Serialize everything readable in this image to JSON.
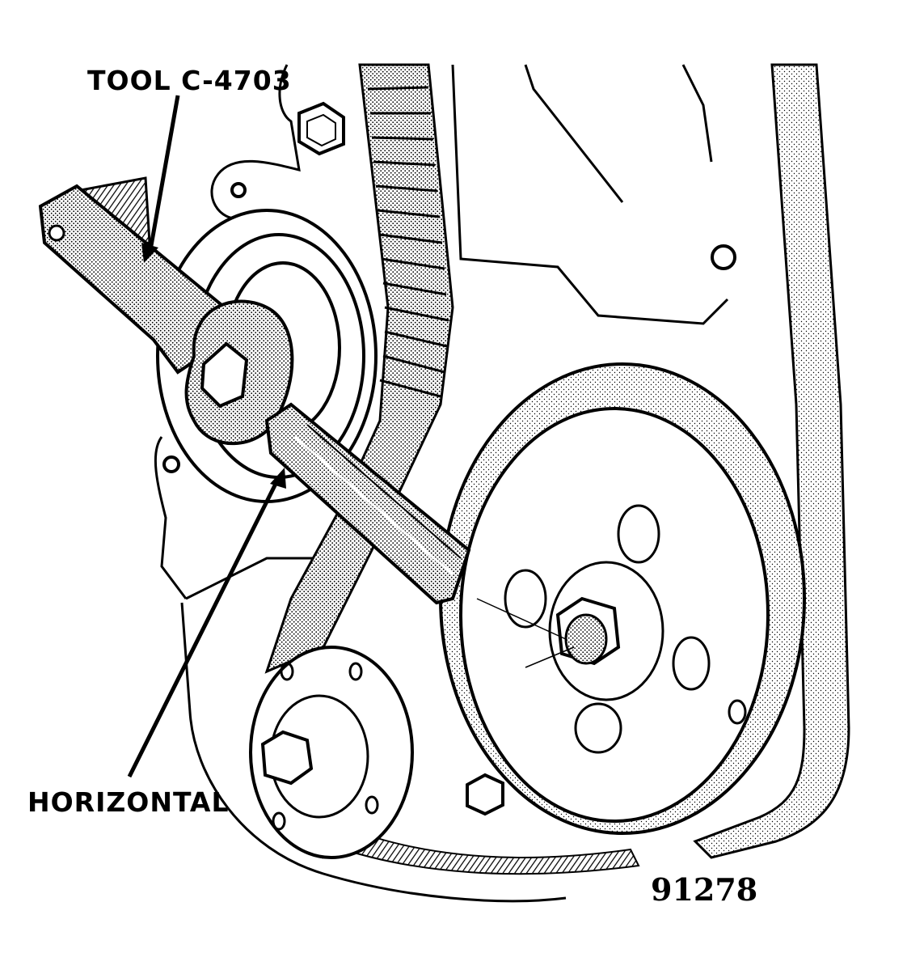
{
  "labels": {
    "tool": "TOOL C-4703",
    "horizontal": "HORIZONTAL",
    "figure_number": "91278"
  },
  "colors": {
    "ink": "#000000",
    "paper": "#ffffff",
    "shade": "#9a9a9a"
  }
}
